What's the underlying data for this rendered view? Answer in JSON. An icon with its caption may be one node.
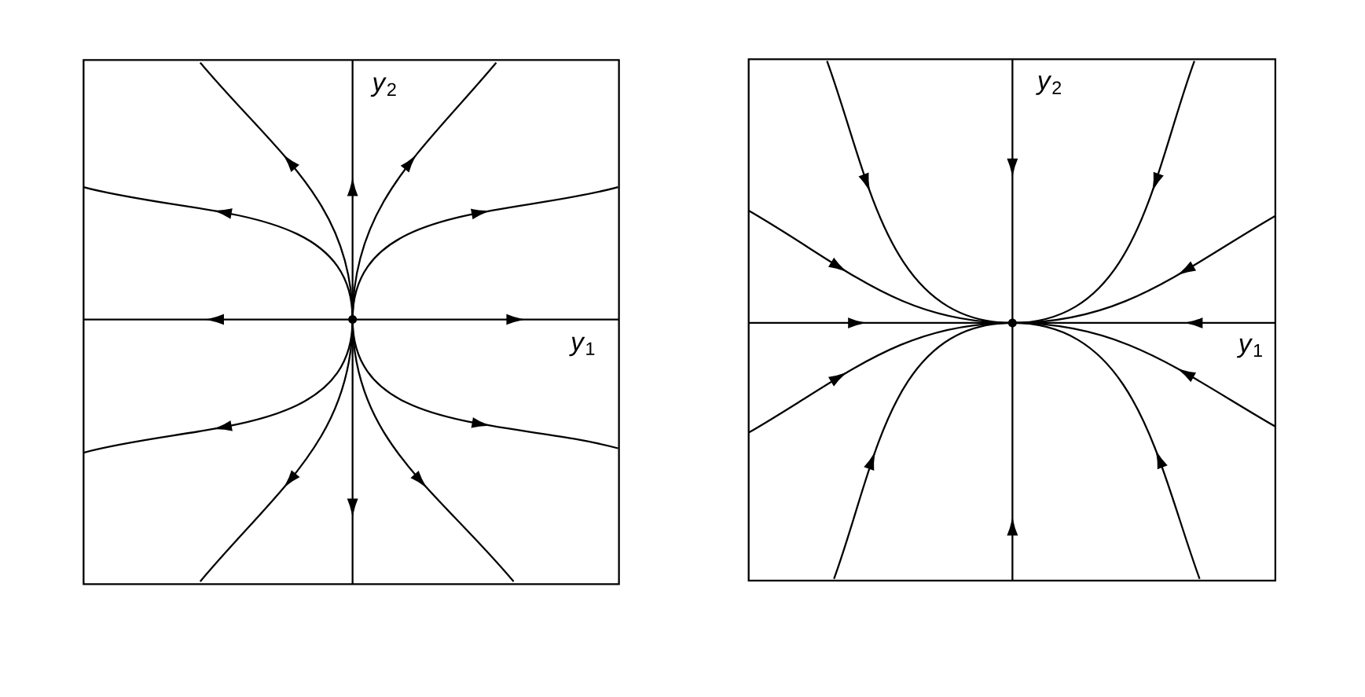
{
  "diagram": {
    "labels": [
      "*y*$_{2}$",
      "*y*$_{1}$",
      "*y*$_{2}$",
      "*y*$_{1}$"
    ]
  }
}
